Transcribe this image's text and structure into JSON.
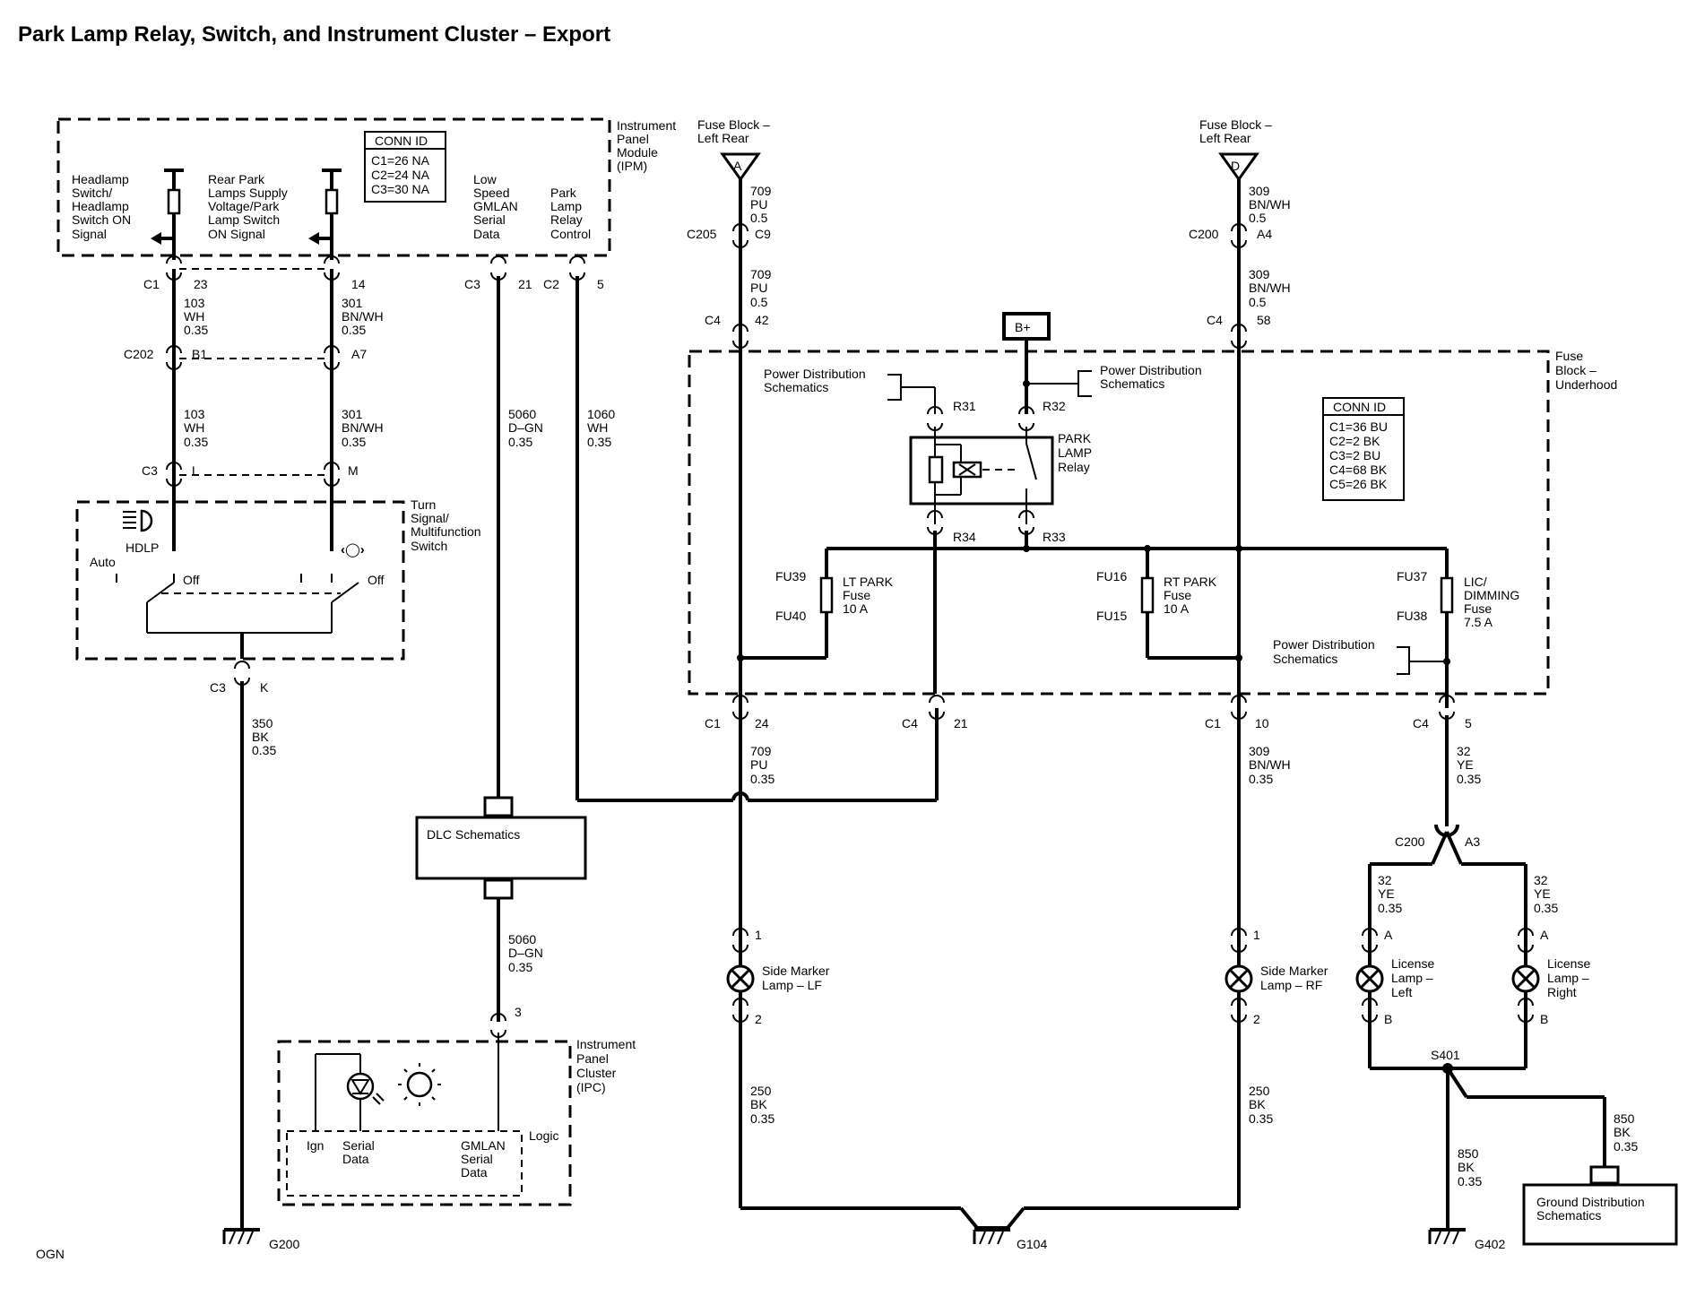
{
  "title": "Park Lamp Relay, Switch, and Instrument Cluster – Export",
  "footer_code": "OGN",
  "ipm": {
    "name": [
      "Instrument",
      "Panel",
      "Module",
      "(IPM)"
    ],
    "conn_id": [
      "CONN ID",
      "C1=26 NA",
      "C2=24 NA",
      "C3=30 NA"
    ],
    "headlamp_signal": [
      "Headlamp",
      "Switch/",
      "Headlamp",
      "Switch ON",
      "Signal"
    ],
    "rear_park_signal": [
      "Rear Park",
      "Lamps Supply",
      "Voltage/Park",
      "Lamp Switch",
      "ON Signal"
    ],
    "low_speed": [
      "Low",
      "Speed",
      "GMLAN",
      "Serial",
      "Data"
    ],
    "park_relay_ctrl": [
      "Park",
      "Lamp",
      "Relay",
      "Control"
    ]
  },
  "connectors": {
    "c1": "C1",
    "p23": "23",
    "p14": "14",
    "c202": "C202",
    "b1": "B1",
    "a7": "A7",
    "c3": "C3",
    "pl": "L",
    "pm": "M",
    "pk": "K",
    "c3b": "C3",
    "p21": "21",
    "c2": "C2",
    "p5": "5",
    "c205": "C205",
    "c9": "C9",
    "c4": "C4",
    "p42": "42",
    "c200": "C200",
    "a4": "A4",
    "c4b": "C4",
    "p58": "58",
    "c1b": "C1",
    "p24": "24",
    "c4c": "C4",
    "p21b": "21",
    "c1c": "C1",
    "p10": "10",
    "c4d": "C4",
    "p5b": "5",
    "c200b": "C200",
    "a3": "A3",
    "p3": "3"
  },
  "wires": {
    "w103a": [
      "103",
      "WH",
      "0.35"
    ],
    "w301a": [
      "301",
      "BN/WH",
      "0.35"
    ],
    "w103b": [
      "103",
      "WH",
      "0.35"
    ],
    "w301b": [
      "301",
      "BN/WH",
      "0.35"
    ],
    "w350": [
      "350",
      "BK",
      "0.35"
    ],
    "w5060a": [
      "5060",
      "D–GN",
      "0.35"
    ],
    "w1060": [
      "1060",
      "WH",
      "0.35"
    ],
    "w5060b": [
      "5060",
      "D–GN",
      "0.35"
    ],
    "w709a": [
      "709",
      "PU",
      "0.5"
    ],
    "w709b": [
      "709",
      "PU",
      "0.5"
    ],
    "w309a": [
      "309",
      "BN/WH",
      "0.5"
    ],
    "w309b": [
      "309",
      "BN/WH",
      "0.5"
    ],
    "w709c": [
      "709",
      "PU",
      "0.35"
    ],
    "w309c": [
      "309",
      "BN/WH",
      "0.35"
    ],
    "w32a": [
      "32",
      "YE",
      "0.35"
    ],
    "w32l": [
      "32",
      "YE",
      "0.35"
    ],
    "w32r": [
      "32",
      "YE",
      "0.35"
    ],
    "w250a": [
      "250",
      "BK",
      "0.35"
    ],
    "w250b": [
      "250",
      "BK",
      "0.35"
    ],
    "w850a": [
      "850",
      "BK",
      "0.35"
    ],
    "w850b": [
      "850",
      "BK",
      "0.35"
    ]
  },
  "fuse_sources": {
    "left": [
      "Fuse Block –",
      "Left Rear"
    ],
    "left_letter": "A",
    "right": [
      "Fuse Block –",
      "Left Rear"
    ],
    "right_letter": "D"
  },
  "underhood": {
    "name": [
      "Fuse",
      "Block –",
      "Underhood"
    ],
    "conn_id": [
      "CONN ID",
      "C1=36 BU",
      "C2=2 BK",
      "C3=2 BU",
      "C4=68 BK",
      "C5=26 BK"
    ],
    "bplus": "B+",
    "pds1": [
      "Power Distribution",
      "Schematics"
    ],
    "pds2": [
      "Power Distribution",
      "Schematics"
    ],
    "pds3": [
      "Power Distribution",
      "Schematics"
    ],
    "r31": "R31",
    "r32": "R32",
    "r33": "R33",
    "r34": "R34",
    "relay": [
      "PARK",
      "LAMP",
      "Relay"
    ],
    "fu39": "FU39",
    "fu40": "FU40",
    "fu16": "FU16",
    "fu15": "FU15",
    "fu37": "FU37",
    "fu38": "FU38",
    "lt_park": [
      "LT PARK",
      "Fuse",
      "10 A"
    ],
    "rt_park": [
      "RT PARK",
      "Fuse",
      "10 A"
    ],
    "lic": [
      "LIC/",
      "DIMMING",
      "Fuse",
      "7.5 A"
    ]
  },
  "switch": {
    "name": [
      "Turn",
      "Signal/",
      "Multifunction",
      "Switch"
    ],
    "hdlp": "HDLP",
    "auto": "Auto",
    "off1": "Off",
    "off2": "Off"
  },
  "dlc": "DLC Schematics",
  "ipc": {
    "name": [
      "Instrument",
      "Panel",
      "Cluster",
      "(IPC)"
    ],
    "logic": "Logic",
    "ign": "Ign",
    "serial": [
      "Serial",
      "Data"
    ],
    "gmlan": [
      "GMLAN",
      "Serial",
      "Data"
    ]
  },
  "lamps": {
    "lf": [
      "Side Marker",
      "Lamp – LF"
    ],
    "lf_p1": "1",
    "lf_p2": "2",
    "rf": [
      "Side Marker",
      "Lamp – RF"
    ],
    "rf_p1": "1",
    "rf_p2": "2",
    "lic_l": [
      "License",
      "Lamp –",
      "Left"
    ],
    "lic_l_a": "A",
    "lic_l_b": "B",
    "lic_r": [
      "License",
      "Lamp –",
      "Right"
    ],
    "lic_r_a": "A",
    "lic_r_b": "B"
  },
  "splice": "S401",
  "grounds": {
    "g200": "G200",
    "g104": "G104",
    "g402": "G402"
  },
  "gds": [
    "Ground Distribution",
    "Schematics"
  ]
}
